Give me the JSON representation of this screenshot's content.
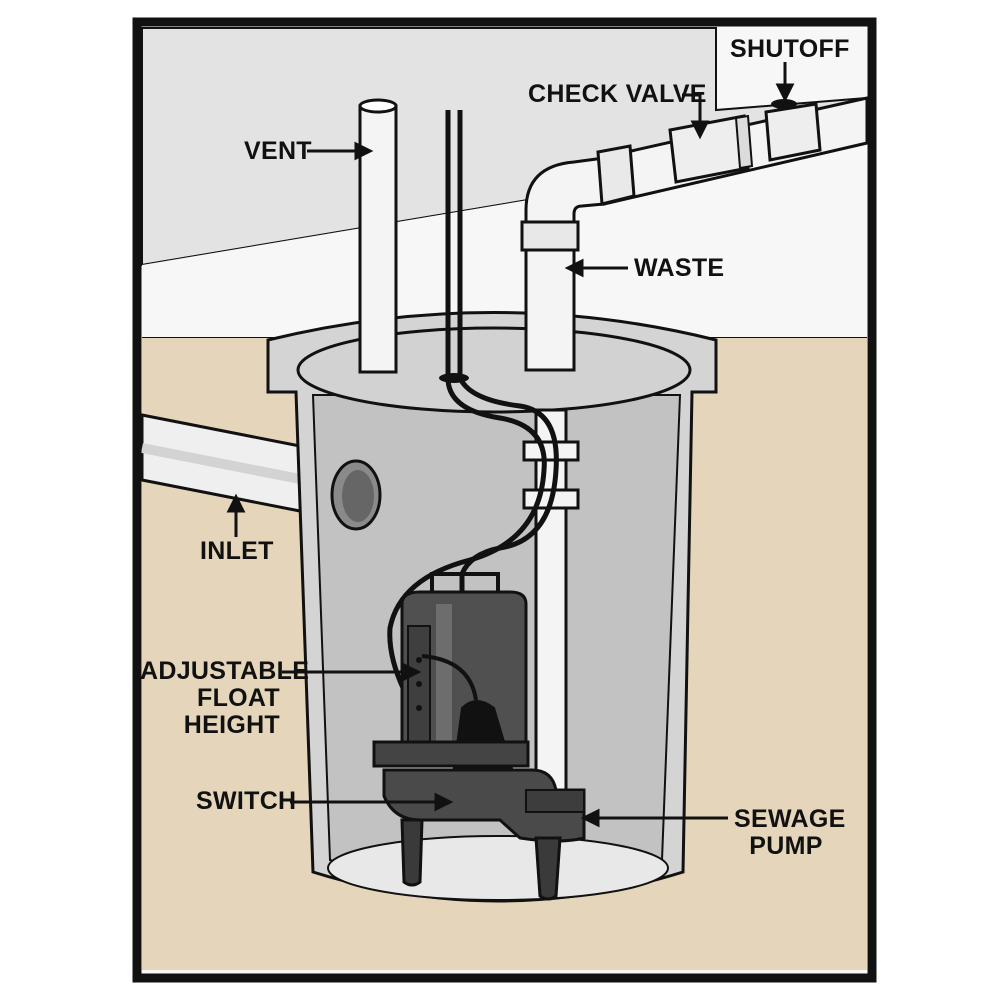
{
  "diagram": {
    "labels": {
      "vent": "VENT",
      "check_valve": "CHECK VALVE",
      "shutoff": "SHUTOFF",
      "waste": "WASTE",
      "inlet": "INLET",
      "adjustable_float_height_line1": "ADJUSTABLE",
      "adjustable_float_height_line2": "FLOAT",
      "adjustable_float_height_line3": "HEIGHT",
      "switch": "SWITCH",
      "sewage_pump_line1": "SEWAGE",
      "sewage_pump_line2": "PUMP"
    },
    "colors": {
      "outline": "#111111",
      "wall": "#e3e3e3",
      "floor": "#f7f7f7",
      "soil": "#e5d6bb",
      "basin": "#d4d4d4",
      "basin_inner": "#c2c2c2",
      "lid": "#d2d2d2",
      "pipe": "#f4f4f4",
      "pump": "#4f4f4f",
      "pump_dark": "#3b3b3b",
      "float": "#111111"
    }
  }
}
